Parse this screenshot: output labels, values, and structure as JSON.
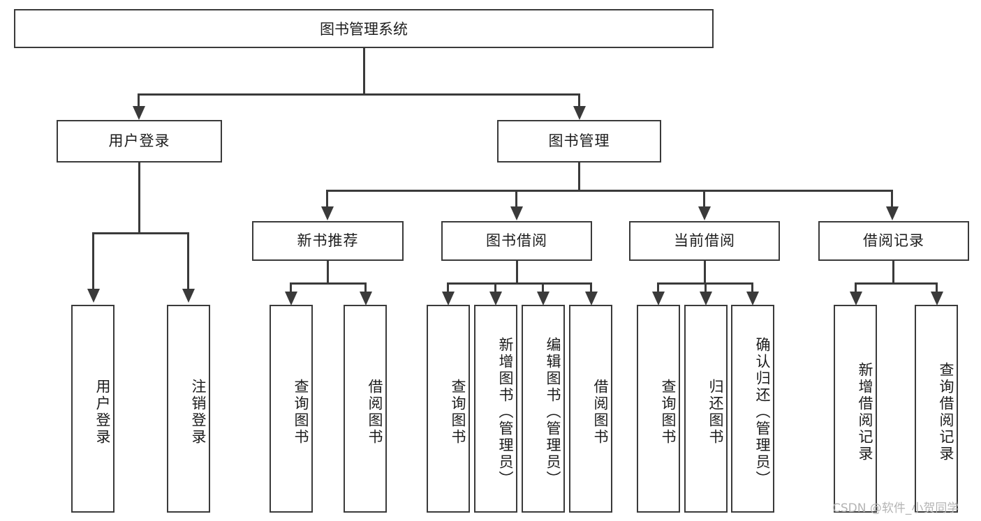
{
  "diagram": {
    "title": "图书管理系统",
    "watermark": "CSDN @软件_小贺同学",
    "root": {
      "label": "图书管理系统"
    },
    "level2": [
      {
        "label": "用户登录"
      },
      {
        "label": "图书管理"
      }
    ],
    "level3": [
      {
        "label": "新书推荐"
      },
      {
        "label": "图书借阅"
      },
      {
        "label": "当前借阅"
      },
      {
        "label": "借阅记录"
      }
    ],
    "leaves": {
      "user_login": [
        {
          "label": "用户登录"
        },
        {
          "label": "注销登录"
        }
      ],
      "new_book": [
        {
          "label": "查询图书"
        },
        {
          "label": "借阅图书"
        }
      ],
      "book_borrow": [
        {
          "label": "查询图书"
        },
        {
          "label": "新增图书（管理员）"
        },
        {
          "label": "编辑图书（管理员）"
        },
        {
          "label": "借阅图书"
        }
      ],
      "current_borrow": [
        {
          "label": "查询图书"
        },
        {
          "label": "归还图书"
        },
        {
          "label": "确认归还（管理员）"
        }
      ],
      "borrow_record": [
        {
          "label": "新增借阅记录"
        },
        {
          "label": "查询借阅记录"
        }
      ]
    },
    "colors": {
      "stroke": "#3a3a3a",
      "fill": "#ffffff",
      "text": "#1c1c1c",
      "watermark": "#b4b4b4"
    }
  }
}
